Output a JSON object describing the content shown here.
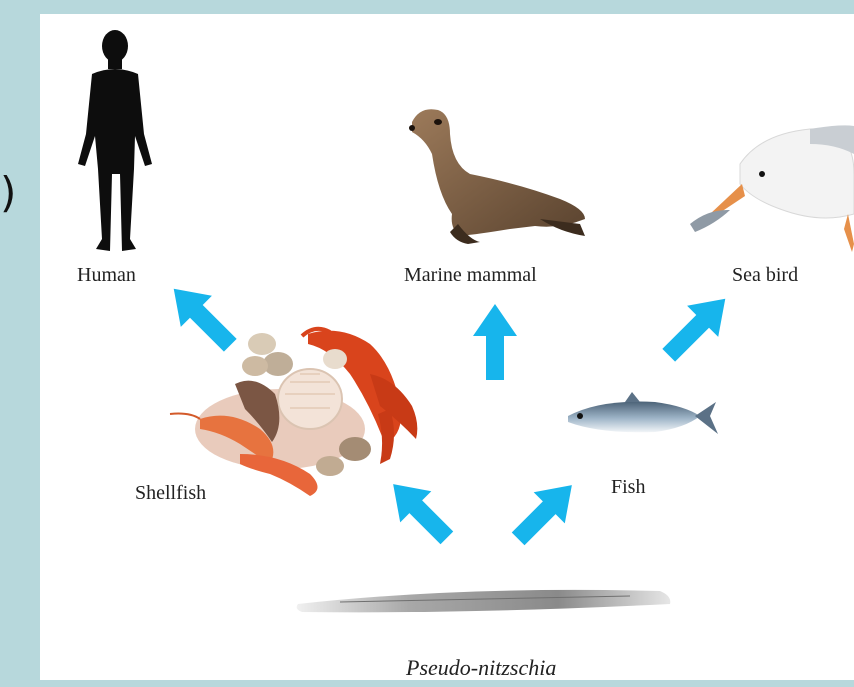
{
  "left_edge_glyph": ")",
  "labels": {
    "human": "Human",
    "marine_mammal": "Marine mammal",
    "sea_bird": "Sea bird",
    "shellfish": "Shellfish",
    "fish": "Fish",
    "pseudo_nitzschia": "Pseudo-nitzschia"
  },
  "colors": {
    "background": "#b7d8dc",
    "panel": "#ffffff",
    "arrow": "#17b5ec",
    "text": "#222222"
  },
  "icons": [
    "human-silhouette-icon",
    "sea-lion-icon",
    "seagull-icon",
    "shellfish-pile-icon",
    "fish-icon",
    "diatom-icon",
    "arrow-icon"
  ]
}
